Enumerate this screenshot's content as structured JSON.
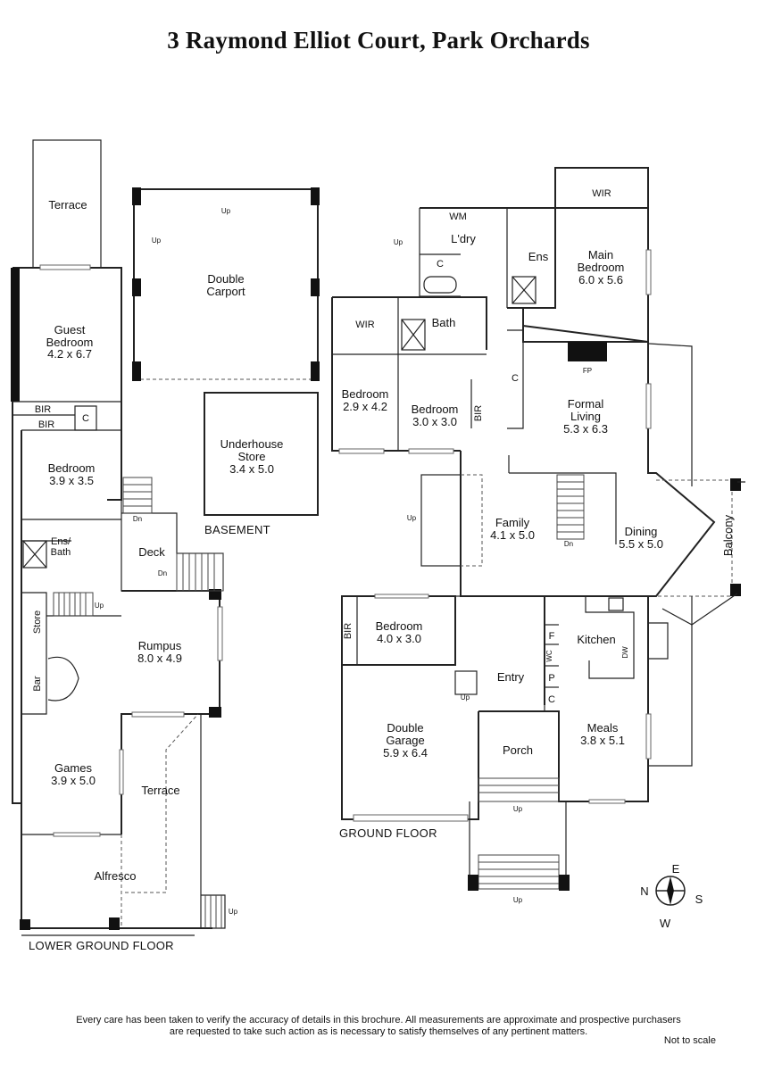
{
  "title": "3 Raymond Elliot Court, Park Orchards",
  "floors": {
    "lower_ground": "LOWER GROUND FLOOR",
    "basement": "BASEMENT",
    "ground": "GROUND FLOOR"
  },
  "rooms": {
    "terrace_top": "Terrace",
    "guest_bedroom": "Guest",
    "guest_bedroom_2": "Bedroom",
    "guest_bedroom_dim": "4.2 x 6.7",
    "bir1": "BIR",
    "bir2": "BIR",
    "c_lg": "C",
    "bedroom_lg": "Bedroom",
    "bedroom_lg_dim": "3.9 x 3.5",
    "ens_bath": "Ens/",
    "ens_bath_2": "Bath",
    "store": "Store",
    "bar": "Bar",
    "rumpus": "Rumpus",
    "rumpus_dim": "8.0 x 4.9",
    "games": "Games",
    "games_dim": "3.9 x 5.0",
    "terrace_lg": "Terrace",
    "alfresco": "Alfresco",
    "deck": "Deck",
    "double_carport": "Double",
    "double_carport_2": "Carport",
    "underhouse": "Underhouse",
    "underhouse_2": "Store",
    "underhouse_dim": "3.4 x 5.0",
    "wir_main": "WIR",
    "wm": "WM",
    "ldry": "L'dry",
    "c_ldry": "C",
    "ens": "Ens",
    "main_bedroom": "Main",
    "main_bedroom_2": "Bedroom",
    "main_bedroom_dim": "6.0 x 5.6",
    "wir_bed": "WIR",
    "bath": "Bath",
    "c_hall": "C",
    "bedroom_a": "Bedroom",
    "bedroom_a_dim": "2.9 x 4.2",
    "bedroom_b": "Bedroom",
    "bedroom_b_dim": "3.0 x 3.0",
    "bir_b": "BIR",
    "formal_living": "Formal",
    "formal_living_2": "Living",
    "formal_living_dim": "5.3 x 6.3",
    "fp": "FP",
    "family": "Family",
    "family_dim": "4.1 x 5.0",
    "dining": "Dining",
    "dining_dim": "5.5 x 5.0",
    "balcony": "Balcony",
    "bedroom_c": "Bedroom",
    "bedroom_c_dim": "4.0 x 3.0",
    "bir_c": "BIR",
    "kitchen": "Kitchen",
    "dw": "DW",
    "f": "F",
    "wc": "WC",
    "p": "P",
    "c_k": "C",
    "entry": "Entry",
    "double_garage": "Double",
    "double_garage_2": "Garage",
    "double_garage_dim": "5.9 x 6.4",
    "porch": "Porch",
    "meals": "Meals",
    "meals_dim": "3.8 x 5.1"
  },
  "stairs": {
    "up": "Up",
    "dn": "Dn"
  },
  "compass": {
    "n": "N",
    "e": "E",
    "s": "S",
    "w": "W"
  },
  "disclaimer_line1": "Every care has been taken to verify the accuracy of details in this brochure.  All measurements are approximate and prospective purchasers",
  "disclaimer_line2": "are requested to take such action as is necessary to satisfy themselves of any pertinent matters.",
  "not_to_scale": "Not to scale"
}
